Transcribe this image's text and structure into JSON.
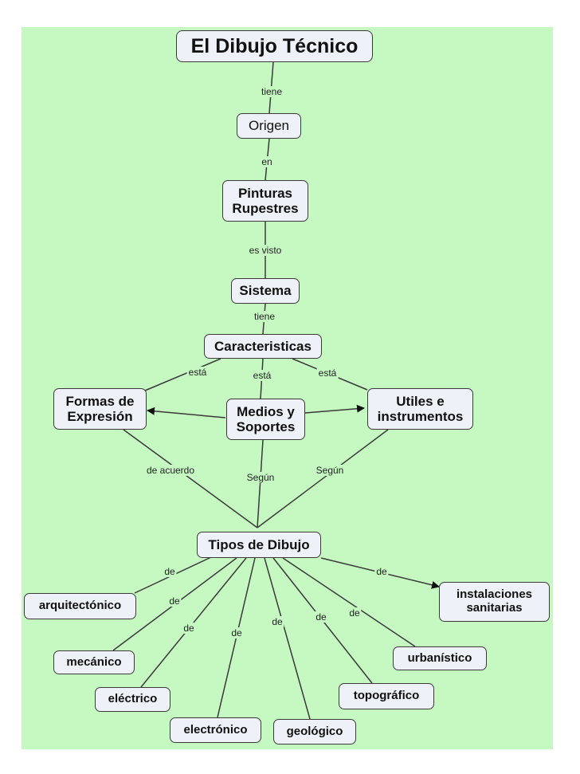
{
  "nodes": {
    "title": "El Dibujo Técnico",
    "origen": "Origen",
    "pinturas": "Pinturas\nRupestres",
    "sistema": "Sistema",
    "caracteristicas": "Caracteristicas",
    "formas": "Formas de\nExpresión",
    "medios": "Medios y\nSoportes",
    "utiles": "Utiles e\ninstrumentos",
    "tipos": "Tipos de Dibujo",
    "arquitectonico": "arquitectónico",
    "mecanico": "mecánico",
    "electrico": "eléctrico",
    "electronico": "electrónico",
    "geologico": "geológico",
    "topografico": "topográfico",
    "urbanistico": "urbanístico",
    "instalaciones": "instalaciones\nsanitarias"
  },
  "links": {
    "tiene1": "tiene",
    "en": "en",
    "es_visto": "es visto",
    "tiene2": "tiene",
    "esta_left": "está",
    "esta_mid": "está",
    "esta_right": "está",
    "de_acuerdo": "de acuerdo",
    "segun_mid": "Según",
    "segun_right": "Según",
    "de_arq": "de",
    "de_mec": "de",
    "de_ele": "de",
    "de_elec": "de",
    "de_geo": "de",
    "de_topo": "de",
    "de_urb": "de",
    "de_inst": "de"
  },
  "colors": {
    "background": "#c6f8c2",
    "node_fill": "#eef2f8",
    "node_border": "#3a3a3a",
    "line": "#3a3a3a"
  }
}
